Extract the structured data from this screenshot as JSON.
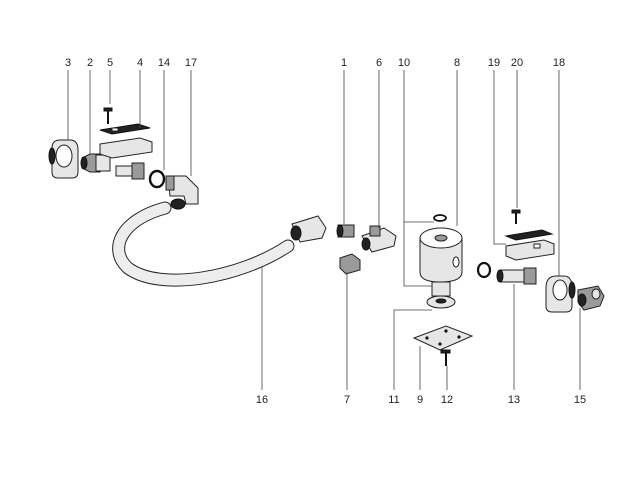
{
  "diagram": {
    "labels": {
      "p1": "1",
      "p2": "2",
      "p3": "3",
      "p4": "4",
      "p5": "5",
      "p6": "6",
      "p7": "7",
      "p8": "8",
      "p9": "9",
      "p10": "10",
      "p11": "11",
      "p12": "12",
      "p13": "13",
      "p14": "14",
      "p15": "15",
      "p16": "16",
      "p17": "17",
      "p18": "18",
      "p19": "19",
      "p20": "20"
    }
  }
}
